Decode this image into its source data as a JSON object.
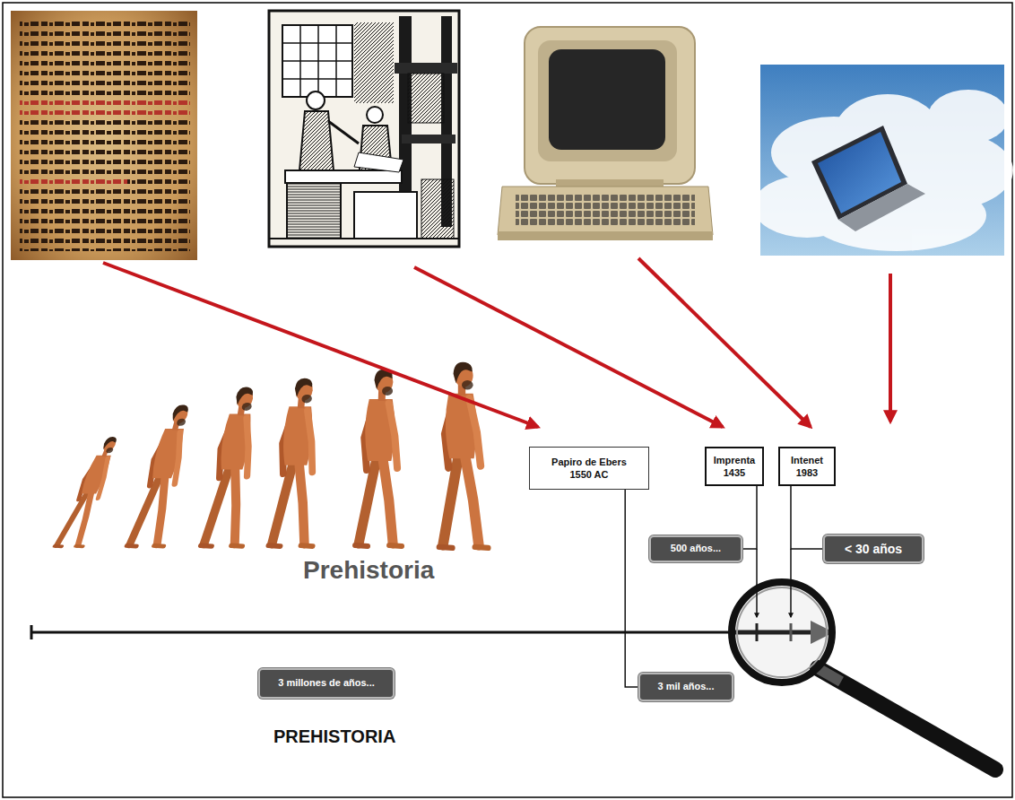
{
  "diagram": {
    "nodes": [
      {
        "text": [
          "Papiro de Ebers",
          "1550 AC"
        ]
      },
      {
        "text": [
          "Imprenta",
          "1435"
        ]
      },
      {
        "text": [
          "Intenet",
          "1983"
        ]
      },
      {
        "text": [
          "500 años..."
        ]
      },
      {
        "text": [
          "< 30 años"
        ]
      },
      {
        "text": [
          "3 millones de años..."
        ]
      },
      {
        "text": [
          "3 mil años..."
        ]
      }
    ],
    "edges": [
      {
        "from": 0,
        "to": 6,
        "arrow": "none"
      },
      {
        "from": 3,
        "to": 1,
        "arrow": "none"
      },
      {
        "from": 4,
        "to": 2,
        "arrow": "none"
      }
    ],
    "labels": [
      "Prehistoria",
      "PREHISTORIA"
    ]
  }
}
